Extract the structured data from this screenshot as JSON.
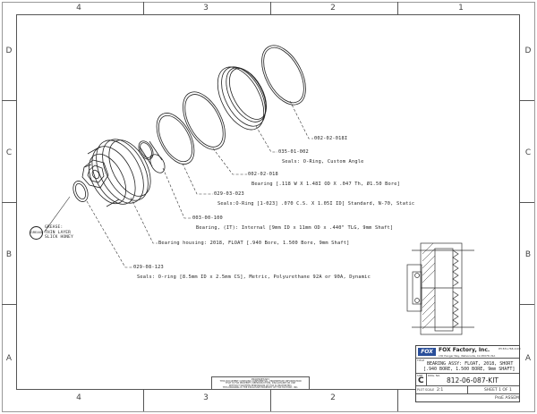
{
  "zones": {
    "top": [
      "4",
      "3",
      "2",
      "1"
    ],
    "bottom": [
      "4",
      "3",
      "2",
      "1"
    ],
    "left": [
      "D",
      "C",
      "B",
      "A"
    ],
    "right": [
      "D",
      "C",
      "B",
      "A"
    ]
  },
  "callouts": [
    {
      "id": "c1",
      "number": "002-02-018I",
      "desc": ""
    },
    {
      "id": "c2",
      "number": "035-01-002",
      "desc": "Seals: O-Ring, Custom Angle"
    },
    {
      "id": "c3",
      "number": "002-02-018",
      "desc": "Bearing [.118 W X 1.48I OD X .047 Th, Ø1.50 Bore]"
    },
    {
      "id": "c4",
      "number": "029-03-023",
      "desc": "Seals:O-Ring [1-023] .070 C.S. X 1.05I ID] Standard, N-70, Static"
    },
    {
      "id": "c5",
      "number": "003-00-100",
      "desc": "Bearing, (IT): Internal [9mm ID x 11mm OD x .440\" TLG, 9mm Shaft]"
    },
    {
      "id": "c6",
      "number": "",
      "desc": "Bearing housing: 2018, FLOAT [.940 Bore, 1.500 Bore, 9mm Shaft]"
    },
    {
      "id": "c7",
      "number": "029-08-123",
      "desc": "Seals: O-ring [8.5mm ID x 2.5mm CS], Metric, Polyurethane 92A or 90A, Dynamic"
    }
  ],
  "grease_note": {
    "icon": "GREASE",
    "lines": [
      "GREASE:",
      "THIN LAYER",
      "SLICK HONEY"
    ]
  },
  "title_block": {
    "company": "FOX Factory, Inc.",
    "logo": "FOX",
    "address": "130 Hangar Way, Watsonville, CA 95076 USA",
    "phone": "PH 831-768-1100",
    "title_label": "TITLE",
    "title_line1": "BEARING ASSY: FLOAT, 2018, SHORT",
    "title_line2": "[.940 BORE, 1.500 BORE, 9mm SHAFT]",
    "size_label": "SIZE",
    "size": "C",
    "dwg_label": "DWG. NO.",
    "dwg_no": "812-06-087-KIT",
    "scale_label": "PLOT SCALE",
    "scale": "2:1",
    "sheet": "SHEET 1 OF 1",
    "footer": "ProE ASSEM"
  },
  "proprietary_note": [
    "PROPRIETARY",
    "THIS DOCUMENT CONTAINS CONFIDENTIAL, PROPRIETARY INFORMATION",
    "THAT IS FOX PROPERTY. REPRODUCTION, DISCLOSURE OR USE",
    "WITHOUT WRITTEN PERMISSION OF FOX IS PROHIBITED.",
    "THIS DRAWING IS THE EXCLUSIVE PROPERTY OF FOX FACTORY, INC."
  ]
}
